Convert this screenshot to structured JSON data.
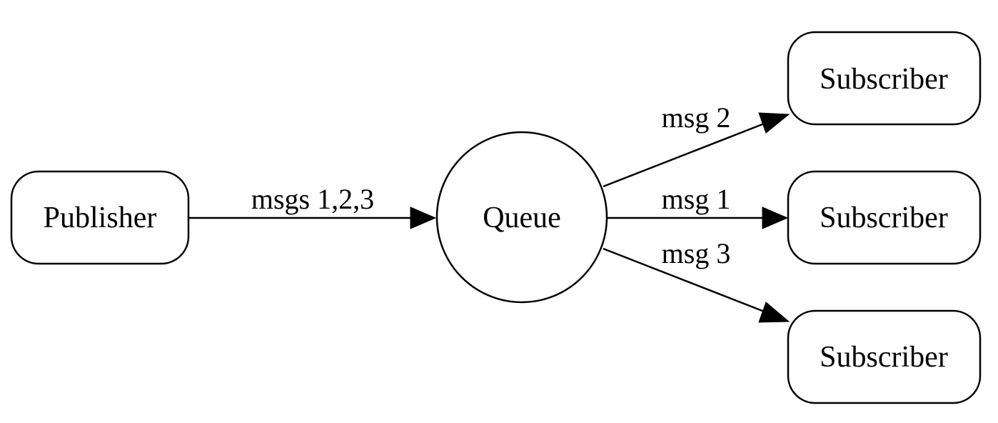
{
  "nodes": {
    "publisher": "Publisher",
    "queue": "Queue",
    "subscriber_1": "Subscriber",
    "subscriber_2": "Subscriber",
    "subscriber_3": "Subscriber"
  },
  "edges": {
    "publisher_to_queue": "msgs 1,2,3",
    "queue_to_subscriber_1": "msg 2",
    "queue_to_subscriber_2": "msg 1",
    "queue_to_subscriber_3": "msg 3"
  }
}
